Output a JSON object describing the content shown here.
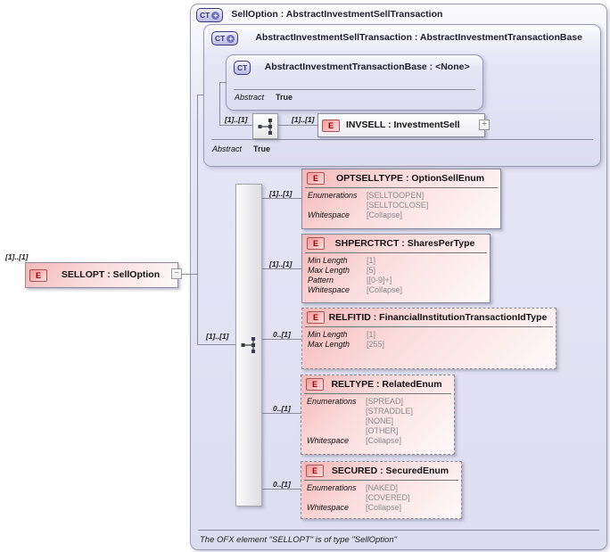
{
  "root": {
    "badge": "CT",
    "badge_plus": "+",
    "title": "SellOption : AbstractInvestmentSellTransaction",
    "note": "The OFX element \"SELLOPT\" is of type \"SellOption\""
  },
  "base_sell": {
    "badge": "CT",
    "badge_plus": "+",
    "title": "AbstractInvestmentSellTransaction : AbstractInvestmentTransactionBase",
    "abstract_label": "Abstract",
    "abstract_value": "True"
  },
  "base_txn": {
    "badge": "CT",
    "title": "AbstractInvestmentTransactionBase : <None>",
    "abstract_label": "Abstract",
    "abstract_value": "True"
  },
  "invsell": {
    "badge": "E",
    "card_left": "[1]..[1]",
    "card_right": "[1]..[1]",
    "title": "INVSELL : InvestmentSell",
    "expand_glyph": "+"
  },
  "sellopt": {
    "badge": "E",
    "cardinality": "[1]..[1]",
    "title": "SELLOPT : SellOption",
    "collapse_glyph": "−"
  },
  "sequence": {
    "cardinality": "[1]..[1]"
  },
  "children": [
    {
      "badge": "E",
      "cardinality": "[1]..[1]",
      "title": "OPTSELLTYPE : OptionSellEnum",
      "rows": [
        {
          "label": "Enumerations",
          "value": "[SELLTOOPEN]"
        },
        {
          "label": "",
          "value": "[SELLTOCLOSE]"
        },
        {
          "label": "Whitespace",
          "value": "[Collapse]"
        }
      ]
    },
    {
      "badge": "E",
      "cardinality": "[1]..[1]",
      "title": "SHPERCTRCT : SharesPerType",
      "rows": [
        {
          "label": "Min Length",
          "value": "[1]"
        },
        {
          "label": "Max Length",
          "value": "[5]"
        },
        {
          "label": "Pattern",
          "value": "[[0-9]+]"
        },
        {
          "label": "Whitespace",
          "value": "[Collapse]"
        }
      ]
    },
    {
      "badge": "E",
      "cardinality": "0..[1]",
      "title": "RELFITID : FinancialInstitutionTransactionIdType",
      "rows": [
        {
          "label": "Min Length",
          "value": "[1]"
        },
        {
          "label": "Max Length",
          "value": "[255]"
        }
      ]
    },
    {
      "badge": "E",
      "cardinality": "0..[1]",
      "title": "RELTYPE : RelatedEnum",
      "rows": [
        {
          "label": "Enumerations",
          "value": "[SPREAD]"
        },
        {
          "label": "",
          "value": "[STRADDLE]"
        },
        {
          "label": "",
          "value": "[NONE]"
        },
        {
          "label": "",
          "value": "[OTHER]"
        },
        {
          "label": "Whitespace",
          "value": "[Collapse]"
        }
      ]
    },
    {
      "badge": "E",
      "cardinality": "0..[1]",
      "title": "SECURED : SecuredEnum",
      "rows": [
        {
          "label": "Enumerations",
          "value": "[NAKED]"
        },
        {
          "label": "",
          "value": "[COVERED]"
        },
        {
          "label": "Whitespace",
          "value": "[Collapse]"
        }
      ]
    }
  ],
  "colors": {
    "container_fill": "#DDDDF0",
    "element_pink": "#F5B8B8",
    "badge_purple": "#7070C8",
    "badge_red_border": "#A85454",
    "line": "#8C8C9C"
  }
}
